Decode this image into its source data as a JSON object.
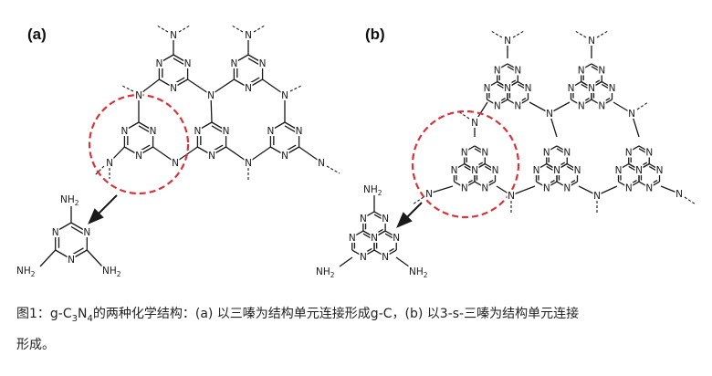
{
  "panels": {
    "a": {
      "label": "(a)",
      "atom_label": "N",
      "amine_label": "NH"
    },
    "b": {
      "label": "(b)",
      "atom_label": "N",
      "amine_label": "NH"
    }
  },
  "subscript_2": "2",
  "colors": {
    "ink": "#1a1a1a",
    "dashed_circle": "#d9323a",
    "caption_text": "#222222"
  },
  "caption": {
    "prefix": "图1：g-C",
    "sub1": "3",
    "mid": "N",
    "sub2": "4",
    "rest": "的两种化学结构：(a) 以三嗪为结构单元连接形成g-C，(b) 以3-s-三嗪为结构单元连接",
    "line2": "形成。"
  }
}
